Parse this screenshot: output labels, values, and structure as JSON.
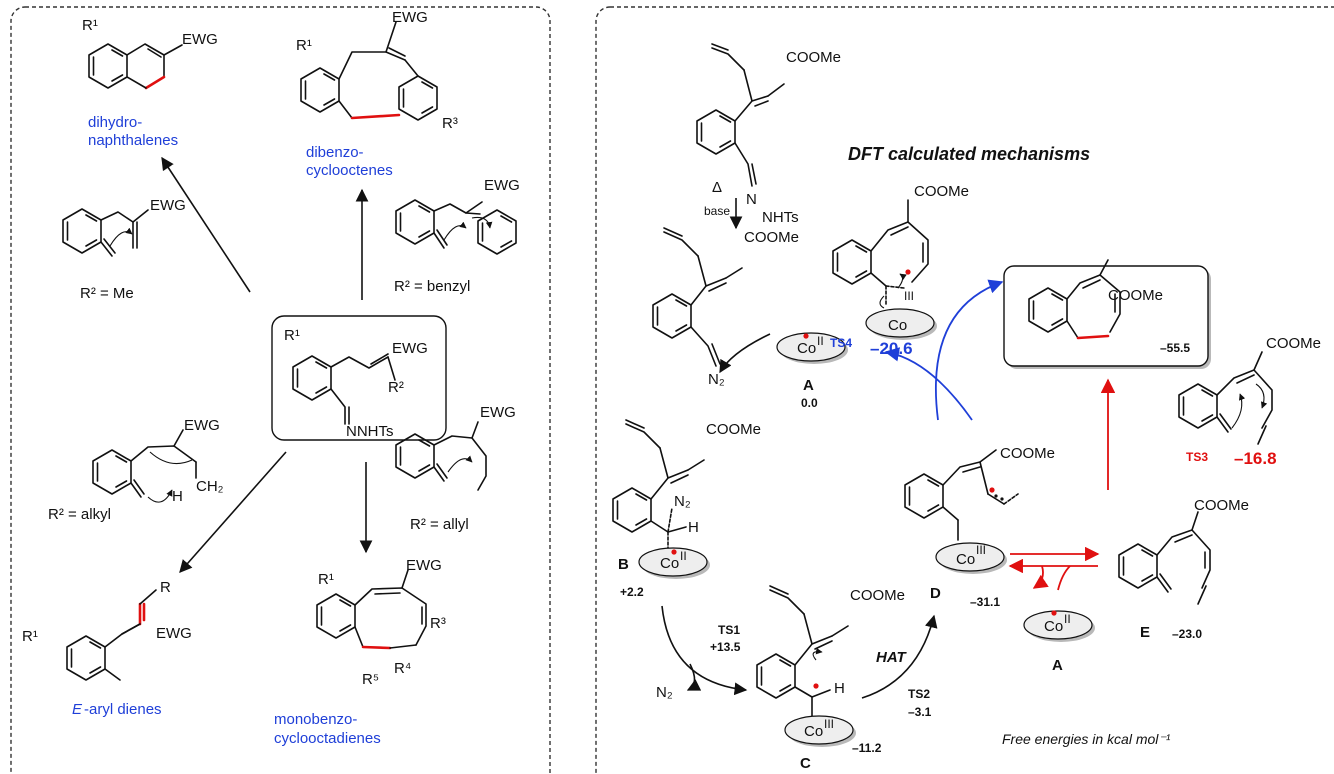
{
  "left_panel": {
    "center_substituents": {
      "r1": "R¹",
      "ewg": "EWG",
      "r2": "R²",
      "hydrazone": "NNHTs"
    },
    "top_left_product": {
      "r1": "R¹",
      "ewg": "EWG",
      "name_line1": "dihydro-",
      "name_line2": "naphthalenes"
    },
    "top_middle_product": {
      "r1": "R¹",
      "ewg": "EWG",
      "r3": "R³",
      "name_line1": "dibenzo-",
      "name_line2": "cyclooctenes"
    },
    "me_path": {
      "ewg": "EWG",
      "condition": "R² = Me"
    },
    "benzyl_path": {
      "ewg": "EWG",
      "condition": "R² = benzyl"
    },
    "alkyl_path": {
      "ewg": "EWG",
      "ch2": "CH₂",
      "h": "H",
      "condition": "R² = alkyl"
    },
    "allyl_path": {
      "ewg": "EWG",
      "condition": "R² = allyl"
    },
    "bottom_left_product": {
      "r": "R",
      "r1": "R¹",
      "ewg": "EWG",
      "name": "E-aryl dienes",
      "name_prefix": "E",
      "name_rest": "-aryl dienes"
    },
    "bottom_middle_product": {
      "r1": "R¹",
      "ewg": "EWG",
      "r3": "R³",
      "r4": "R⁴",
      "r5": "R⁵",
      "name_line1": "monobenzo-",
      "name_line2": "cyclooctadienes"
    }
  },
  "right_panel": {
    "title": "DFT calculated mechanisms",
    "footer": "Free energies in kcal mol⁻¹",
    "substrate": {
      "ester": "COOMe",
      "n": "N",
      "nhts": "NHTs",
      "delta": "Δ",
      "base": "base"
    },
    "diazo": {
      "ester": "COOMe",
      "n2": "N₂"
    },
    "catalyst_a_top": {
      "co": "Co",
      "ox": "II",
      "label": "A",
      "energy": "0.0"
    },
    "intermediate_b": {
      "ester": "COOMe",
      "n2": "N₂",
      "h": "H",
      "co": "Co",
      "ox": "II",
      "label": "B",
      "energy": "+2.2"
    },
    "ts1": {
      "label": "TS1",
      "energy": "+13.5",
      "n2": "N₂"
    },
    "intermediate_c": {
      "ester": "COOMe",
      "h": "H",
      "co": "Co",
      "ox": "III",
      "label": "C",
      "energy": "–11.2"
    },
    "ts2": {
      "hat": "HAT",
      "label": "TS2",
      "energy": "–3.1"
    },
    "intermediate_d": {
      "ester": "COOMe",
      "co": "Co",
      "ox": "III",
      "label": "D",
      "energy": "–31.1"
    },
    "catalyst_a_bottom": {
      "co": "Co",
      "ox": "II",
      "label": "A"
    },
    "intermediate_e": {
      "ester": "COOMe",
      "label": "E",
      "energy": "–23.0"
    },
    "ts4": {
      "ester": "COOMe",
      "co": "Co",
      "ox": "III",
      "label": "TS4",
      "energy": "–20.6"
    },
    "product": {
      "ester": "COOMe",
      "energy": "–55.5"
    },
    "ts3": {
      "ester": "COOMe",
      "label": "TS3",
      "energy": "–16.8"
    }
  },
  "colors": {
    "blue": "#1f3fd8",
    "red": "#e01010",
    "ellipse_fill": "#eeeeee",
    "ellipse_shadow": "#b9b9b9"
  }
}
